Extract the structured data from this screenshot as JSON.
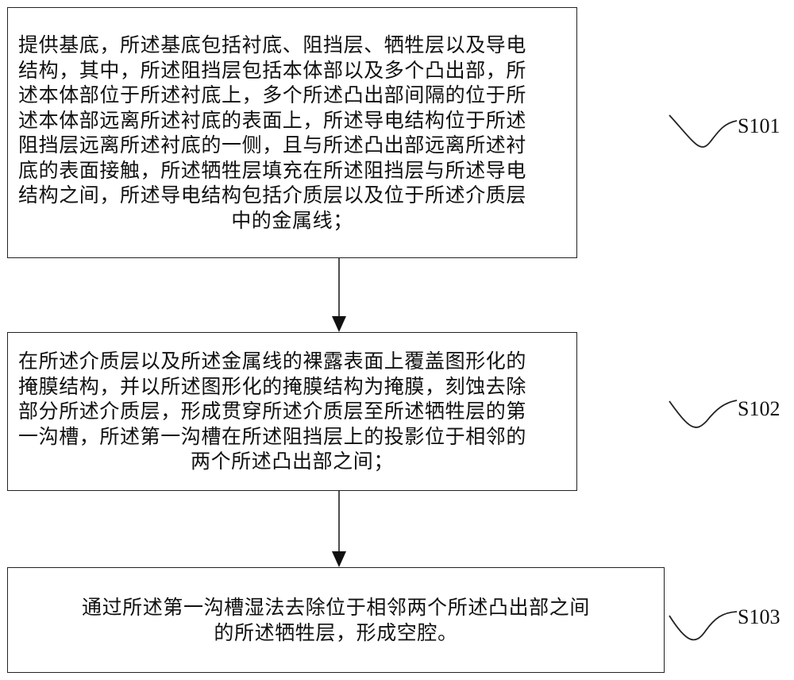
{
  "steps": [
    {
      "id": "S101",
      "lines": [
        "提供基底，所述基底包括衬底、阻挡层、牺牲层以及导电",
        "结构，其中，所述阻挡层包括本体部以及多个凸出部，所",
        "述本体部位于所述衬底上，多个所述凸出部间隔的位于所",
        "述本体部远离所述衬底的表面上，所述导电结构位于所述",
        "阻挡层远离所述衬底的一侧，且与所述凸出部远离所述衬",
        "底的表面接触，所述牺牲层填充在所述阻挡层与所述导电",
        "结构之间，所述导电结构包括介质层以及位于所述介质层",
        "中的金属线；"
      ]
    },
    {
      "id": "S102",
      "lines": [
        "在所述介质层以及所述金属线的裸露表面上覆盖图形化的",
        "掩膜结构，并以所述图形化的掩膜结构为掩膜，刻蚀去除",
        "部分所述介质层，形成贯穿所述介质层至所述牺牲层的第",
        "一沟槽，所述第一沟槽在所述阻挡层上的投影位于相邻的",
        "两个所述凸出部之间；"
      ]
    },
    {
      "id": "S103",
      "lines": [
        "通过所述第一沟槽湿法去除位于相邻两个所述凸出部之间",
        "的所述牺牲层，形成空腔。"
      ]
    }
  ],
  "colors": {
    "stroke": "#222222",
    "background": "#ffffff",
    "text": "#111111"
  }
}
